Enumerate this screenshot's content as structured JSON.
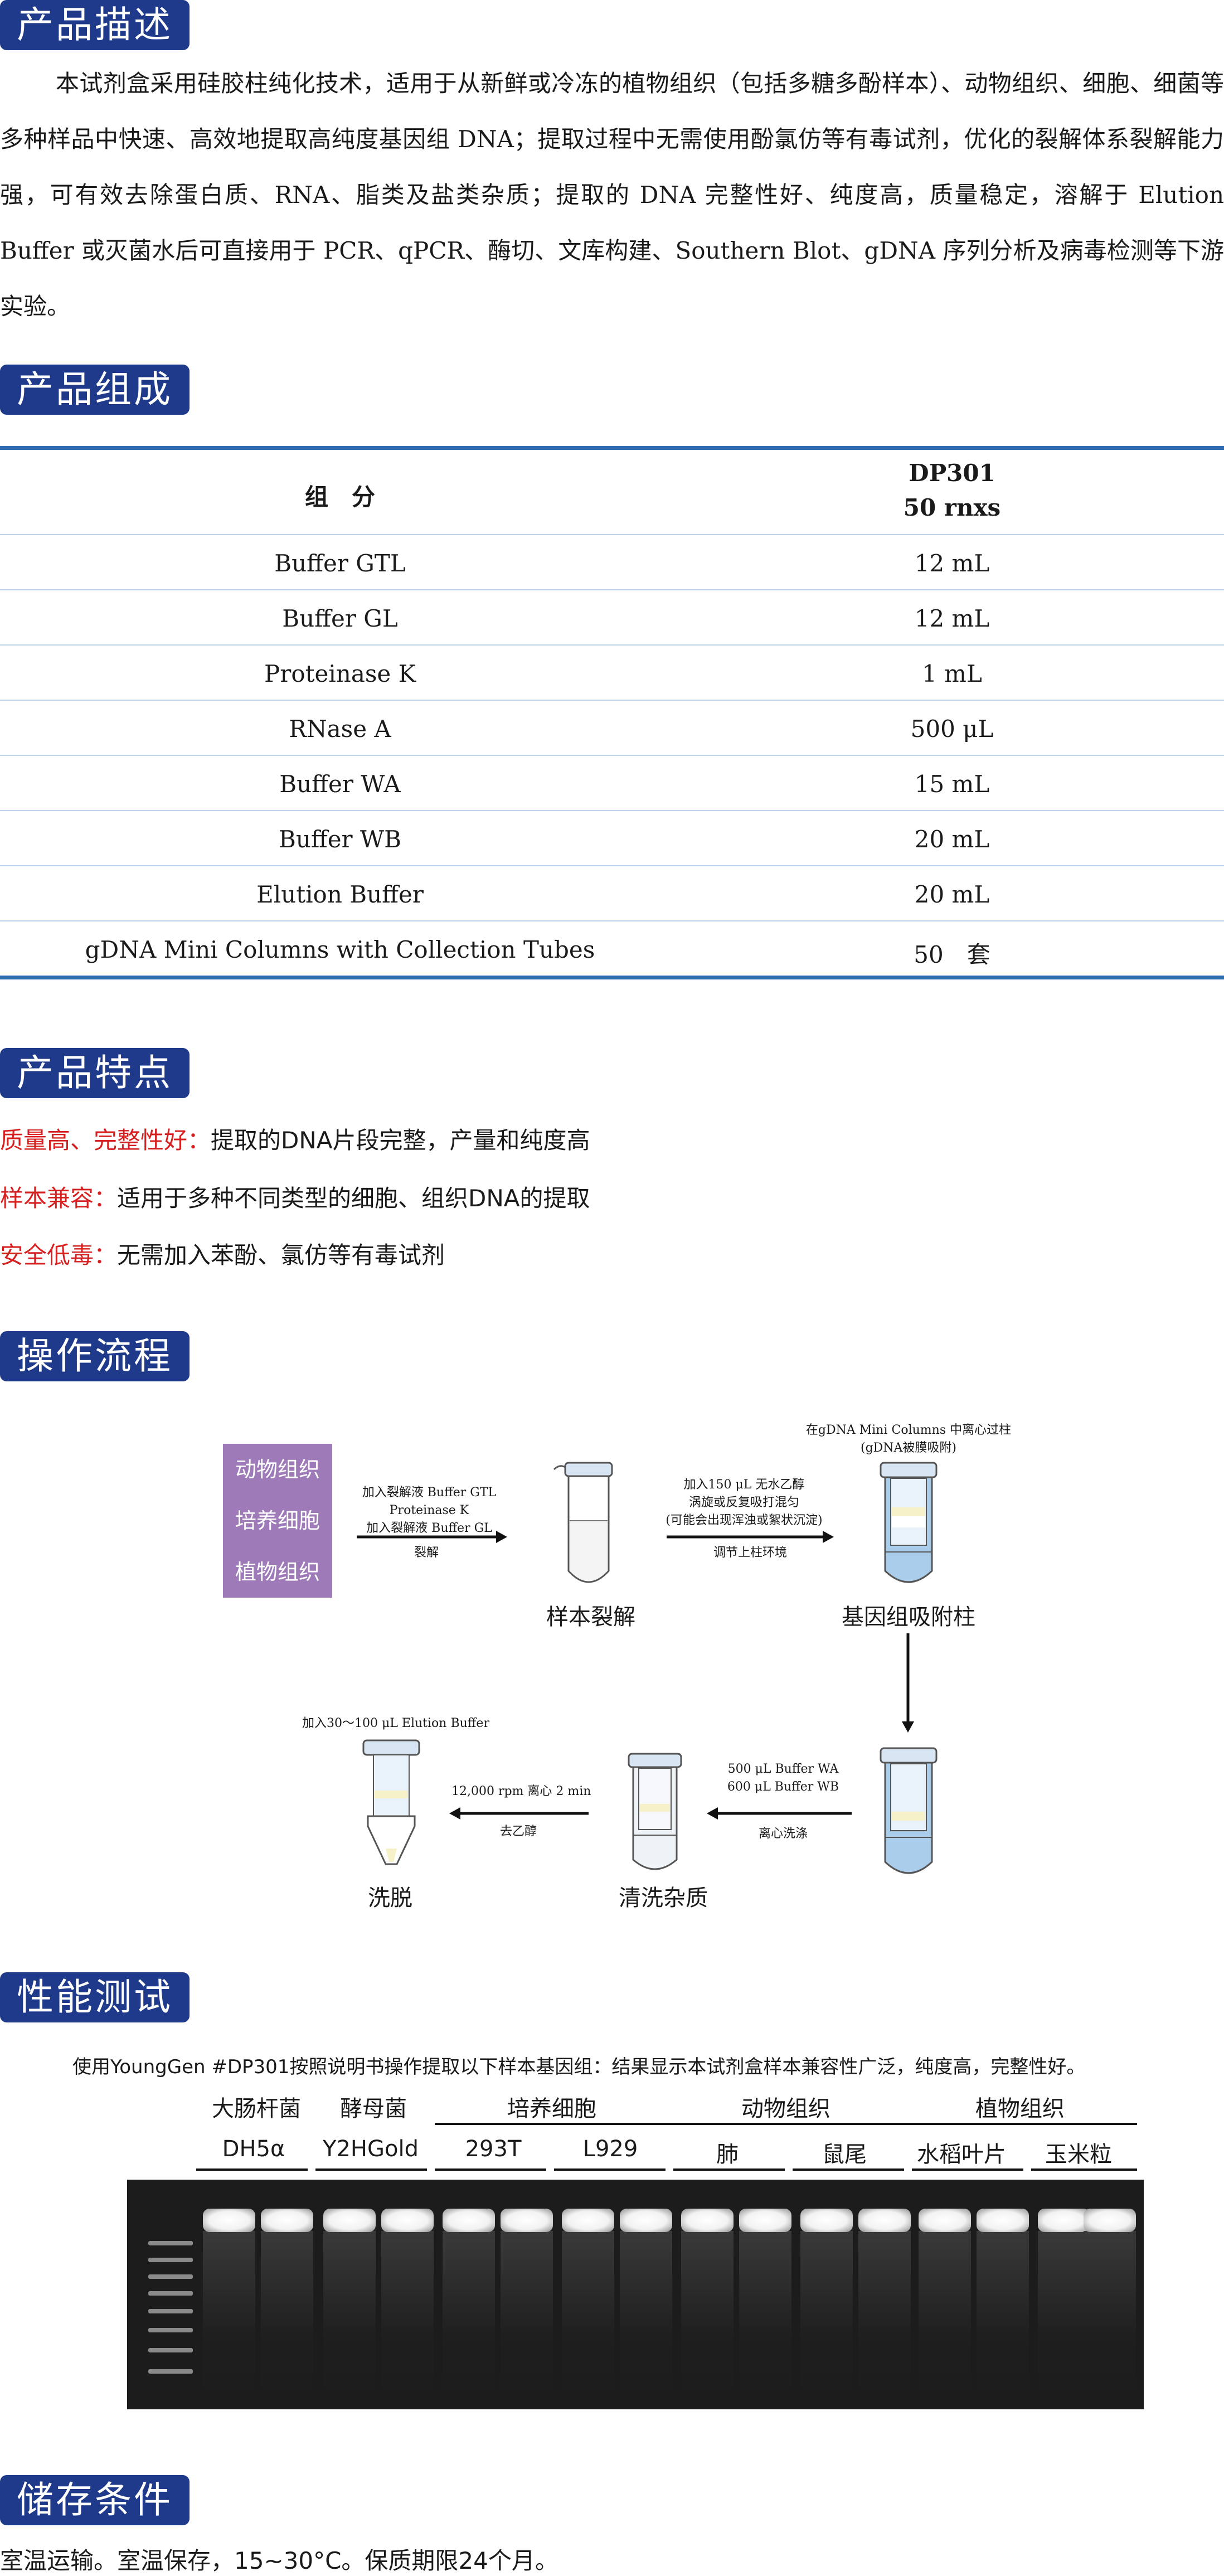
{
  "sections": {
    "description": "产品描述",
    "composition": "产品组成",
    "features": "产品特点",
    "workflow": "操作流程",
    "performance": "性能测试",
    "storage": "储存条件"
  },
  "description_text": "本试剂盒采用硅胶柱纯化技术，适用于从新鲜或冷冻的植物组织（包括多糖多酚样本）、动物组织、细胞、细菌等多种样品中快速、高效地提取高纯度基因组 DNA；提取过程中无需使用酚氯仿等有毒试剂，优化的裂解体系裂解能力强，可有效去除蛋白质、RNA、脂类及盐类杂质；提取的 DNA 完整性好、纯度高，质量稳定，溶解于 Elution Buffer 或灭菌水后可直接用于 PCR、qPCR、酶切、文库构建、Southern Blot、gDNA 序列分析及病毒检测等下游实验。",
  "table": {
    "col1_header": "组　分",
    "col2_header_line1": "DP301",
    "col2_header_line2": "50 rnxs",
    "rows": [
      {
        "component": "Buffer GTL",
        "amount": "12 mL"
      },
      {
        "component": "Buffer GL",
        "amount": "12 mL"
      },
      {
        "component": "Proteinase K",
        "amount": "1 mL"
      },
      {
        "component": "RNase A",
        "amount": "500 μL"
      },
      {
        "component": "Buffer WA",
        "amount": "15 mL"
      },
      {
        "component": "Buffer WB",
        "amount": "20 mL"
      },
      {
        "component": "Elution Buffer",
        "amount": "20 mL"
      },
      {
        "component": "gDNA Mini Columns with Collection Tubes",
        "amount": "50　套"
      }
    ]
  },
  "features": [
    {
      "label": "质量高、完整性好：",
      "text": "提取的DNA片段完整，产量和纯度高"
    },
    {
      "label": "样本兼容：",
      "text": "适用于多种不同类型的细胞、组织DNA的提取"
    },
    {
      "label": "安全低毒：",
      "text": "无需加入苯酚、氯仿等有毒试剂"
    }
  ],
  "workflow": {
    "samples": [
      "动物组织",
      "培养细胞",
      "植物组织"
    ],
    "step1_note": [
      "加入裂解液 Buffer GTL",
      "Proteinase K",
      "加入裂解液 Buffer GL"
    ],
    "step1_below": "裂解",
    "step1_label": "样本裂解",
    "step2_note": [
      "加入150 μL 无水乙醇",
      "涡旋或反复吸打混匀",
      "(可能会出现浑浊或絮状沉淀)"
    ],
    "step2_below": "调节上柱环境",
    "step2_top": [
      "在gDNA Mini Columns 中离心过柱",
      "(gDNA被膜吸附)"
    ],
    "step2_label": "基因组吸附柱",
    "step3_note": [
      "500 μL Buffer WA",
      "600 μL Buffer WB"
    ],
    "step3_below": "离心洗涤",
    "step3_label": "清洗杂质",
    "step4_note": "12,000 rpm 离心 2 min",
    "step4_below": "去乙醇",
    "step4_top": "加入30～100 μL Elution Buffer",
    "step4_label": "洗脱"
  },
  "performance": {
    "description": "使用YoungGen #DP301按照说明书操作提取以下样本基因组：结果显示本试剂盒样本兼容性广泛，纯度高，完整性好。",
    "groups": [
      "大肠杆菌",
      "酵母菌",
      "培养细胞",
      "动物组织",
      "植物组织"
    ],
    "samples": [
      "DH5α",
      "Y2HGold",
      "293T",
      "L929",
      "肺",
      "鼠尾",
      "水稻叶片",
      "玉米粒"
    ]
  },
  "storage_text": "室温运输。室温保存，15~30°C。保质期限24个月。",
  "colors": {
    "section_bg": "#1f3a8a",
    "table_rule": "#2f6bb0",
    "feature_label": "#d62020",
    "sample_box": "#9e7bb8",
    "tube_blue": "#a9cdea"
  }
}
